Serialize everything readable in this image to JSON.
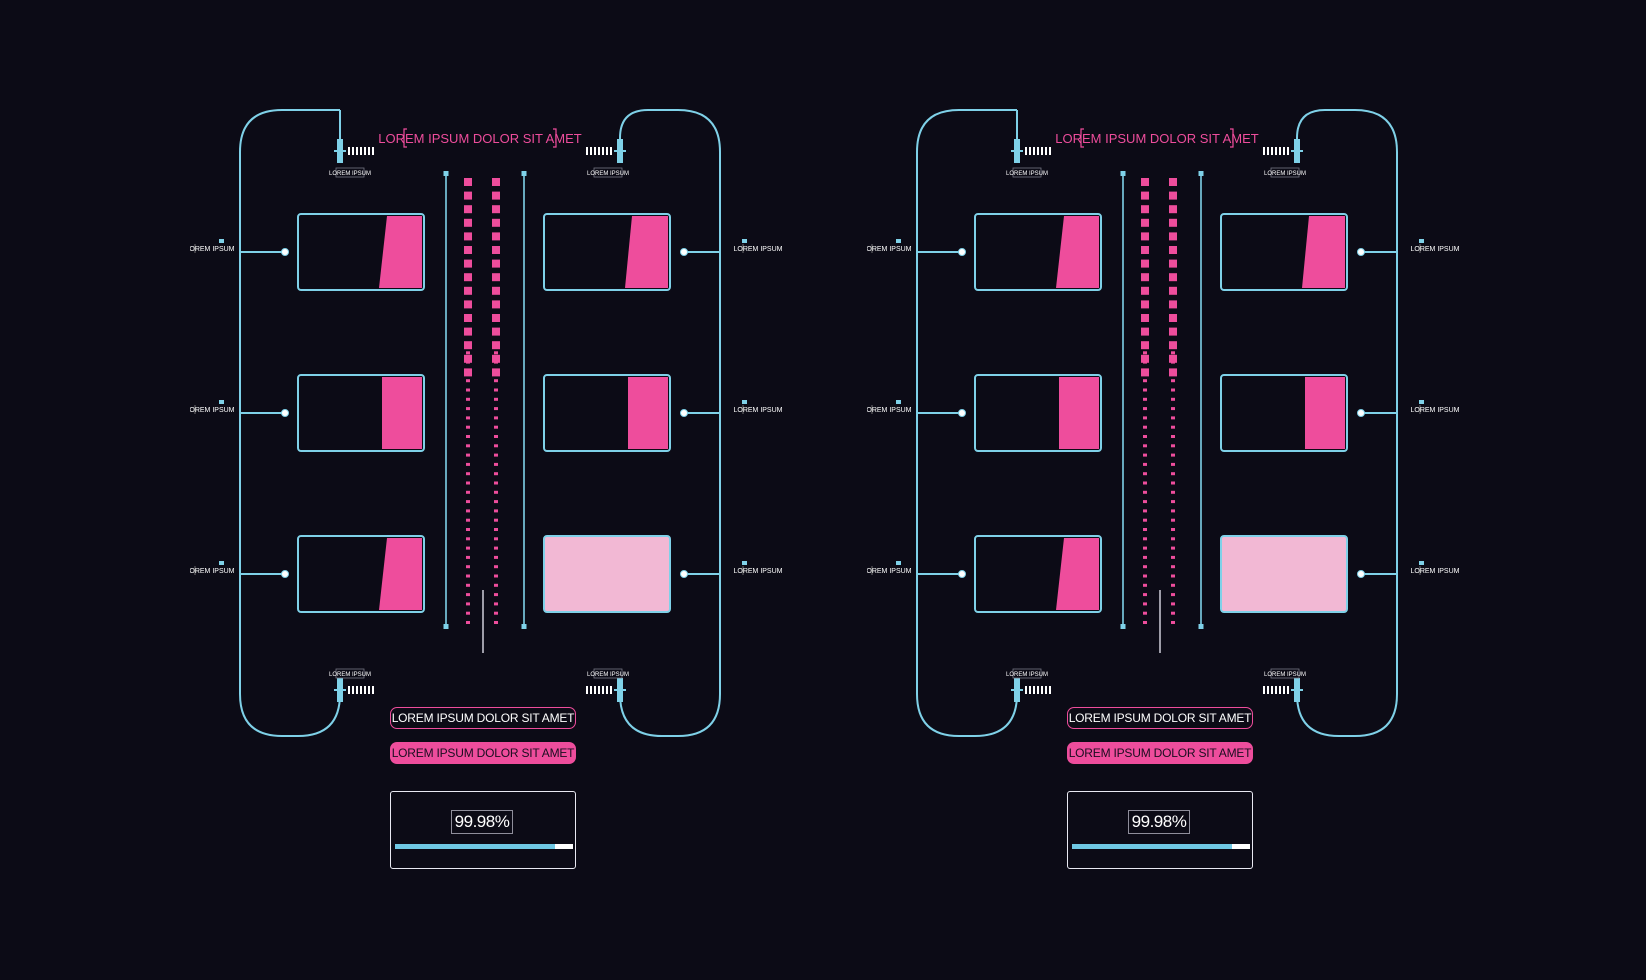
{
  "colors": {
    "background": "#0c0b16",
    "frame": "#7fd1e8",
    "accent_pink": "#ee4d9c",
    "light_pink": "#f2b8d4",
    "text": "#ffffff"
  },
  "panels": [
    {
      "header": "LOREM IPSUM DOLOR SIT AMET",
      "corner_labels": [
        "LOREM IPSUM",
        "LOREM IPSUM",
        "LOREM IPSUM",
        "LOREM IPSUM"
      ],
      "left_labels": [
        "LOREM IPSUM",
        "LOREM IPSUM",
        "LOREM IPSUM"
      ],
      "right_labels": [
        "LOREM IPSUM",
        "LOREM IPSUM",
        "LOREM IPSUM"
      ],
      "left_cards_fill": [
        "partial",
        "partial",
        "partial"
      ],
      "right_cards_fill": [
        "partial",
        "partial",
        "full"
      ],
      "button_outline": "LOREM IPSUM DOLOR SIT AMET",
      "button_filled": "LOREM IPSUM DOLOR SIT AMET",
      "progress": {
        "label": "99.98%",
        "value": 0.9998
      }
    },
    {
      "header": "LOREM IPSUM DOLOR SIT AMET",
      "corner_labels": [
        "LOREM IPSUM",
        "LOREM IPSUM",
        "LOREM IPSUM",
        "LOREM IPSUM"
      ],
      "left_labels": [
        "LOREM IPSUM",
        "LOREM IPSUM",
        "LOREM IPSUM"
      ],
      "right_labels": [
        "LOREM IPSUM",
        "LOREM IPSUM",
        "LOREM IPSUM"
      ],
      "left_cards_fill": [
        "partial",
        "partial",
        "partial"
      ],
      "right_cards_fill": [
        "partial",
        "partial",
        "full"
      ],
      "button_outline": "LOREM IPSUM DOLOR SIT AMET",
      "button_filled": "LOREM IPSUM DOLOR SIT AMET",
      "progress": {
        "label": "99.98%",
        "value": 0.9998
      }
    }
  ]
}
